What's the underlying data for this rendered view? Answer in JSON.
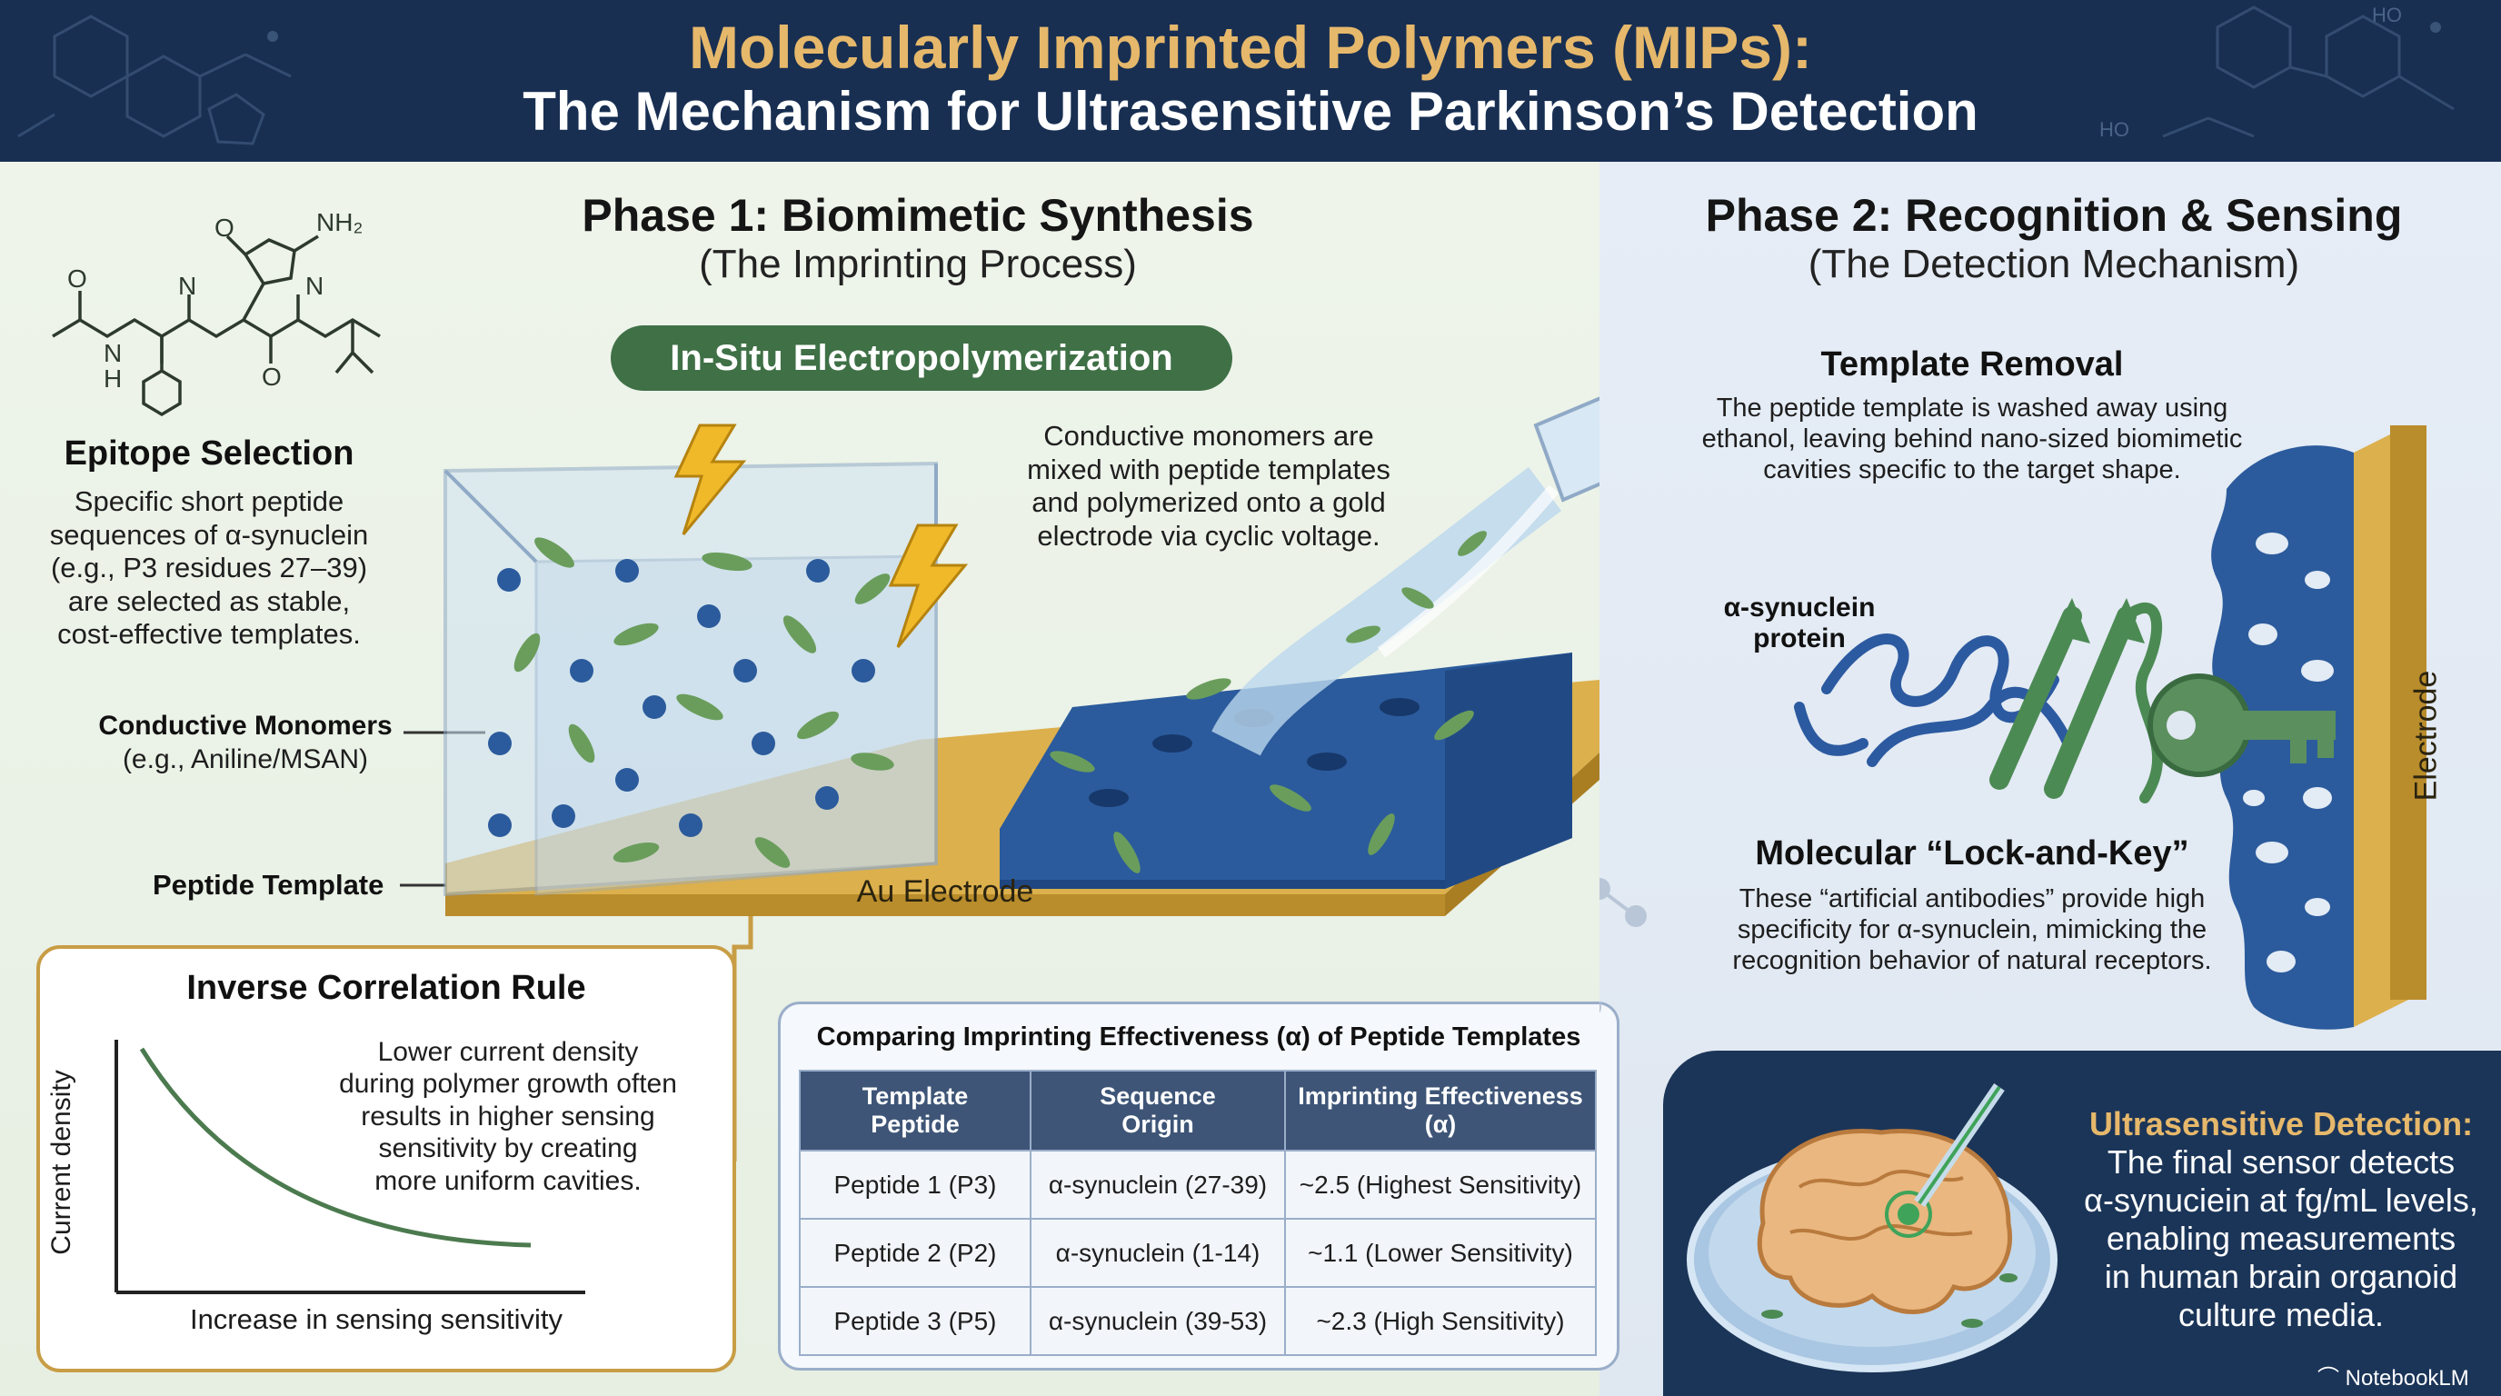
{
  "header": {
    "title_line1": "Molecularly Imprinted Polymers (MIPs):",
    "title_line2": "The Mechanism for Ultrasensitive Parkinson’s Detection"
  },
  "phase1": {
    "title": "Phase 1: Biomimetic Synthesis",
    "subtitle": "(The Imprinting Process)",
    "pill": "In-Situ Electropolymerization",
    "desc_lines": [
      "Conductive monomers are",
      "mixed with peptide templates",
      "and polymerized onto a gold",
      "electrode via cyclic voltage."
    ],
    "electrode_label": "Au Electrode"
  },
  "epitope": {
    "title": "Epitope Selection",
    "lines": [
      "Specific short peptide",
      "sequences of α-synuclein",
      "(e.g., P3 residues 27–39)",
      "are selected as stable,",
      "cost-effective templates."
    ],
    "nh2": "NH₂",
    "o": "O",
    "n": "N",
    "h": "H"
  },
  "labels": {
    "monomers_title": "Conductive Monomers",
    "monomers_sub": "(e.g., Aniline/MSAN)",
    "peptide_template": "Peptide Template"
  },
  "inverse": {
    "title": "Inverse Correlation Rule",
    "lines": [
      "Lower current density",
      "during polymer growth often",
      "results in higher sensing",
      "sensitivity by creating",
      "more uniform cavities."
    ],
    "ylabel": "Current density",
    "xlabel": "Increase in sensing sensitivity"
  },
  "table": {
    "title": "Comparing Imprinting Effectiveness (α) of Peptide Templates",
    "headers": [
      [
        "Template",
        "Peptide"
      ],
      [
        "Sequence",
        "Origin"
      ],
      [
        "Imprinting Effectiveness",
        "(α)"
      ]
    ],
    "rows": [
      [
        "Peptide 1 (P3)",
        "α-synuclein (27-39)",
        "~2.5 (Highest Sensitivity)"
      ],
      [
        "Peptide 2 (P2)",
        "α-synuclein (1-14)",
        "~1.1 (Lower Sensitivity)"
      ],
      [
        "Peptide 3 (P5)",
        "α-synuclein (39-53)",
        "~2.3 (High Sensitivity)"
      ]
    ]
  },
  "phase2": {
    "title": "Phase 2: Recognition & Sensing",
    "subtitle": "(The Detection Mechanism)",
    "removal_title": "Template Removal",
    "removal_lines": [
      "The peptide template is washed away using",
      "ethanol, leaving behind nano-sized biomimetic",
      "cavities specific to the target shape."
    ],
    "protein_lines": [
      "α-synuclein",
      "protein"
    ],
    "electrode_label": "Electrode",
    "lock_title": "Molecular “Lock-and-Key”",
    "lock_lines": [
      "These “artificial antibodies” provide high",
      "specificity for α-synuclein, mimicking the",
      "recognition behavior of natural receptors."
    ]
  },
  "ultra": {
    "title": "Ultrasensitive Detection:",
    "lines": [
      "The final sensor detects",
      "α-synuciein at fg/mL levels,",
      "enabling measurements",
      "in human brain organoid",
      "culture media."
    ]
  },
  "branding": {
    "label": "NotebookLM"
  },
  "colors": {
    "header_bg": "#182f52",
    "title_gold": "#e6b86b",
    "accent_green": "#3f7046",
    "box_gold": "#c89d45",
    "polymer_blue": "#2b5b9c",
    "table_header": "#3e5577"
  }
}
